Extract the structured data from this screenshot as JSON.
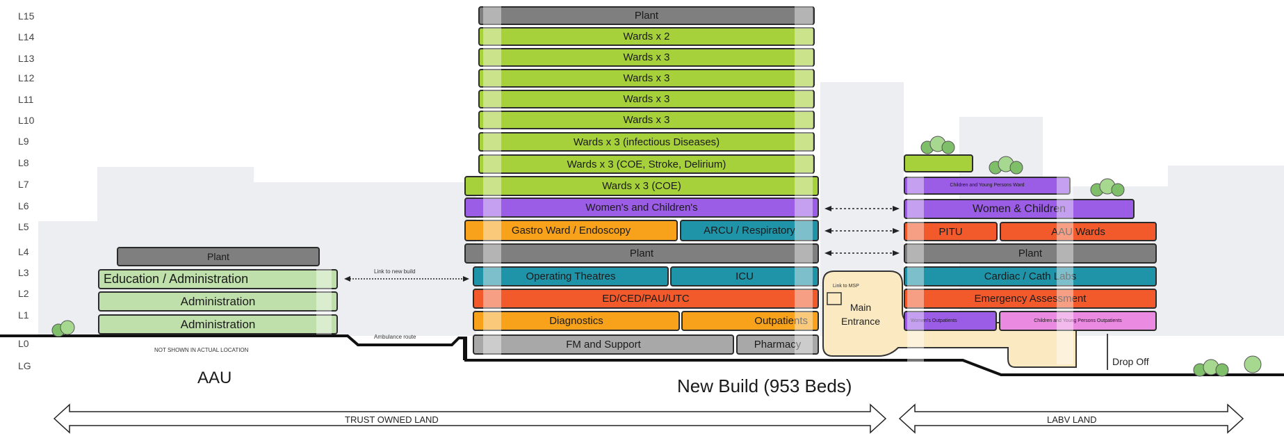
{
  "levels": [
    "L15",
    "L14",
    "L13",
    "L12",
    "L11",
    "L10",
    "L9",
    "L8",
    "L7",
    "L6",
    "L5",
    "L4",
    "L3",
    "L2",
    "L1",
    "L0",
    "LG"
  ],
  "aau": {
    "plant": "Plant",
    "education": "Education / Administration",
    "admin_l2": "Administration",
    "admin_l1": "Administration",
    "note": "NOT SHOWN IN ACTUAL LOCATION",
    "title": "AAU"
  },
  "new_build": {
    "l15": "Plant",
    "l14": "Wards x 2",
    "l13": "Wards x 3",
    "l12": "Wards x 3",
    "l11": "Wards x 3",
    "l10": "Wards x 3",
    "l9": "Wards x 3 (infectious Diseases)",
    "l8": "Wards x 3 (COE, Stroke, Delirium)",
    "l7": "Wards x 3 (COE)",
    "l6": "Women's and Children's",
    "l5_left": "Gastro Ward / Endoscopy",
    "l5_right": "ARCU / Respiratory",
    "l4": "Plant",
    "l3_left": "Operating Theatres",
    "l3_right": "ICU",
    "l2": "ED/CED/PAU/UTC",
    "l1_left": "Diagnostics",
    "l1_right": "Outpatients",
    "l0_left": "FM and Support",
    "l0_right": "Pharmacy",
    "link_msp": "Link to MSP",
    "main_entrance": "Main Entrance",
    "title": "New Build (953 Beds)"
  },
  "links": {
    "link_new_build": "Link to new build",
    "ambulance": "Ambulance route"
  },
  "right_building": {
    "l7": "Children and Young Persons Ward",
    "l6": "Women & Children",
    "l5_left": "PITU",
    "l5_right": "AAU Wards",
    "l4": "Plant",
    "l3": "Cardiac / Cath Labs",
    "l2": "Emergency Assessment",
    "l1_left": "Women's Outpatients",
    "l1_right": "Children and Young Persons Outpatients",
    "drop_off": "Drop Off"
  },
  "land": {
    "trust": "TRUST OWNED LAND",
    "labv": "LABV LAND"
  }
}
